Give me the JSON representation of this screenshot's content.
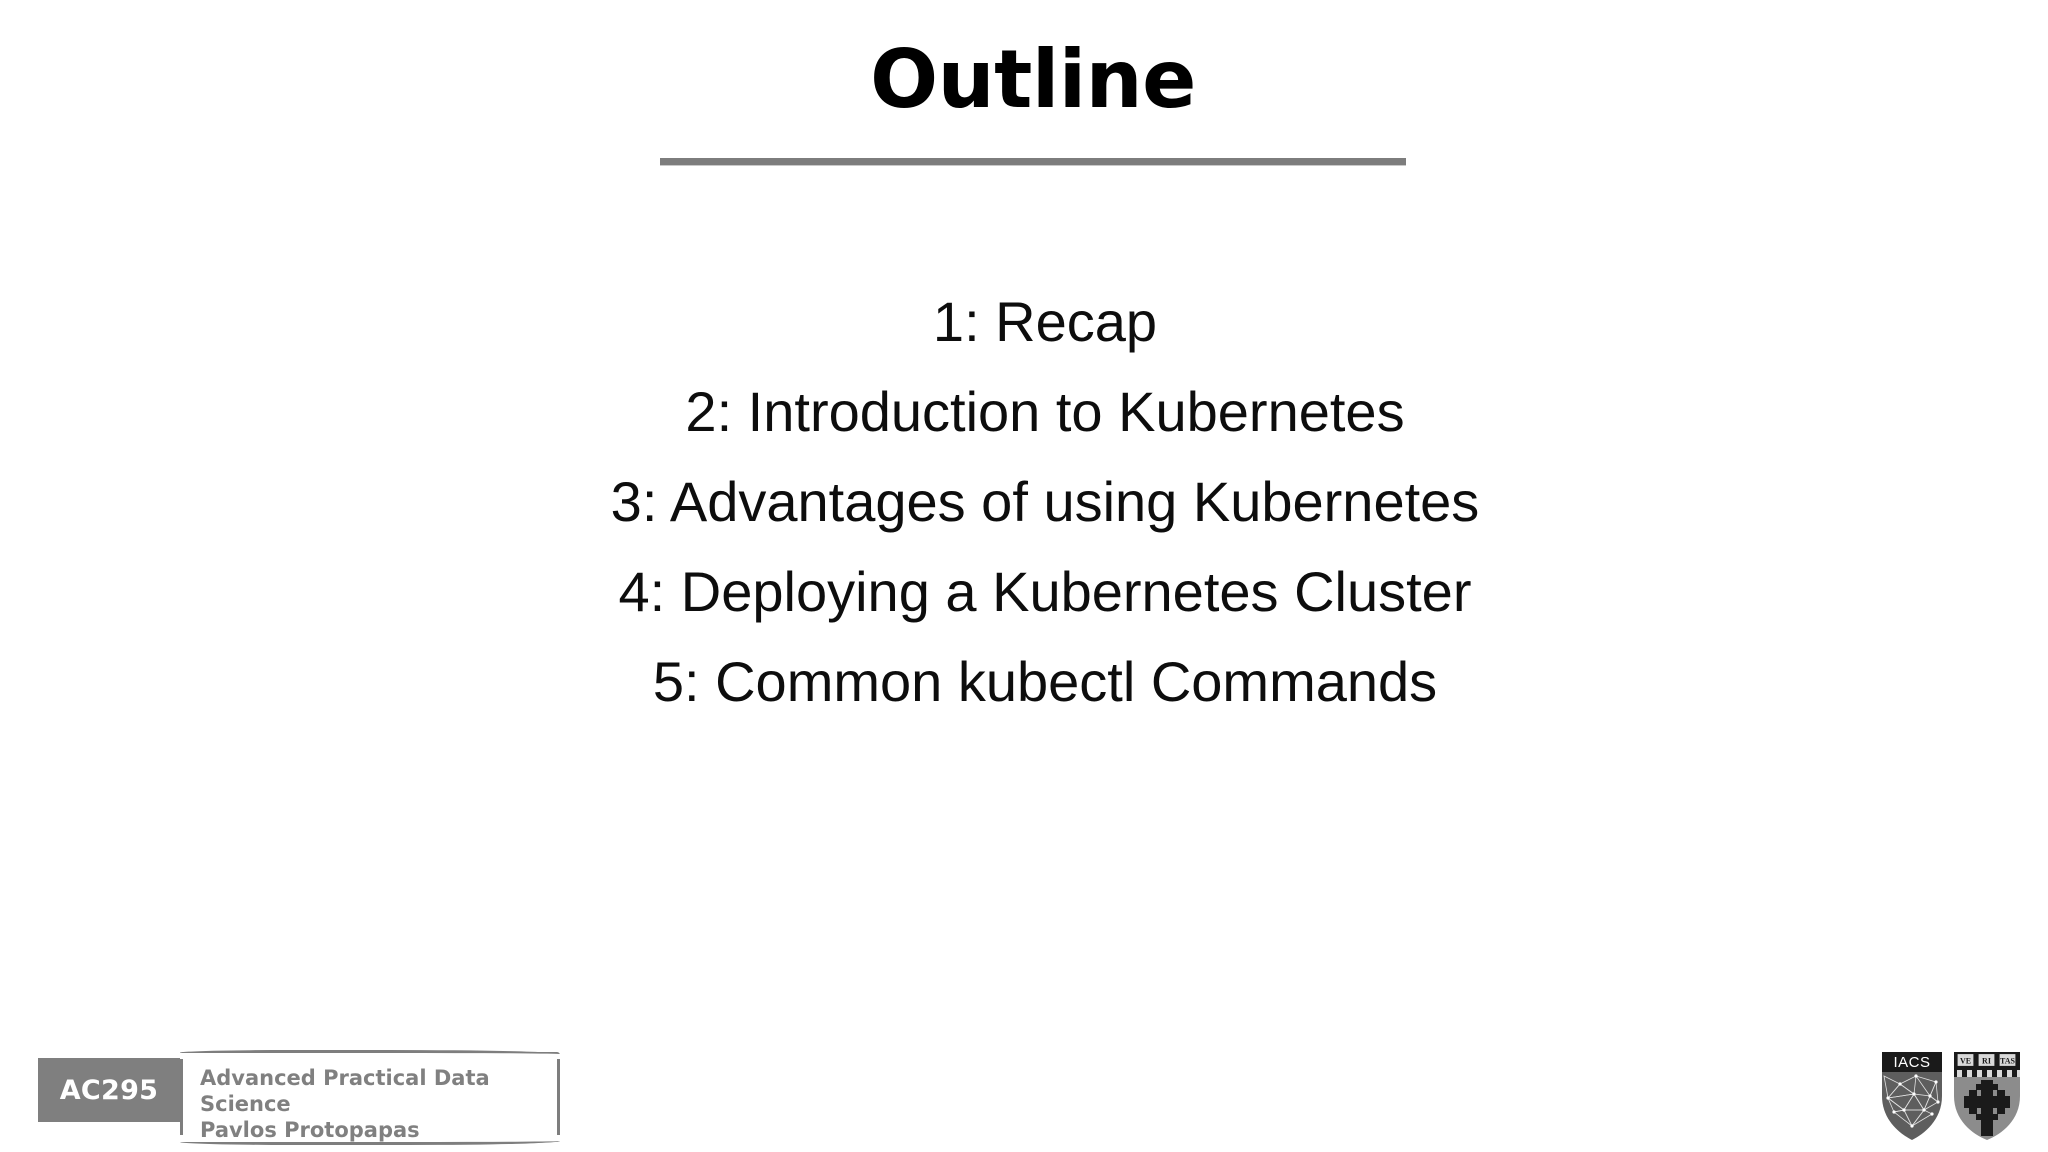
{
  "slide": {
    "title": "Outline",
    "background_color": "#ffffff",
    "rule_color": "#7d7d7d",
    "items": [
      "1: Recap",
      "2: Introduction to Kubernetes",
      "3: Advantages of using Kubernetes",
      "4: Deploying a Kubernetes Cluster",
      "5: Common kubectl Commands"
    ]
  },
  "footer": {
    "course_code": "AC295",
    "course_code_bg": "#7f7f7f",
    "course_code_color": "#ffffff",
    "card_text_color": "#808080",
    "card_lines": [
      "Advanced Practical Data",
      "Science",
      "Pavlos Protopapas"
    ]
  },
  "logos": {
    "iacs": {
      "name": "iacs-shield-logo",
      "label": "IACS"
    },
    "harvard": {
      "name": "harvard-veritas-shield-logo",
      "panels": [
        "VE",
        "RI",
        "TAS"
      ]
    }
  }
}
